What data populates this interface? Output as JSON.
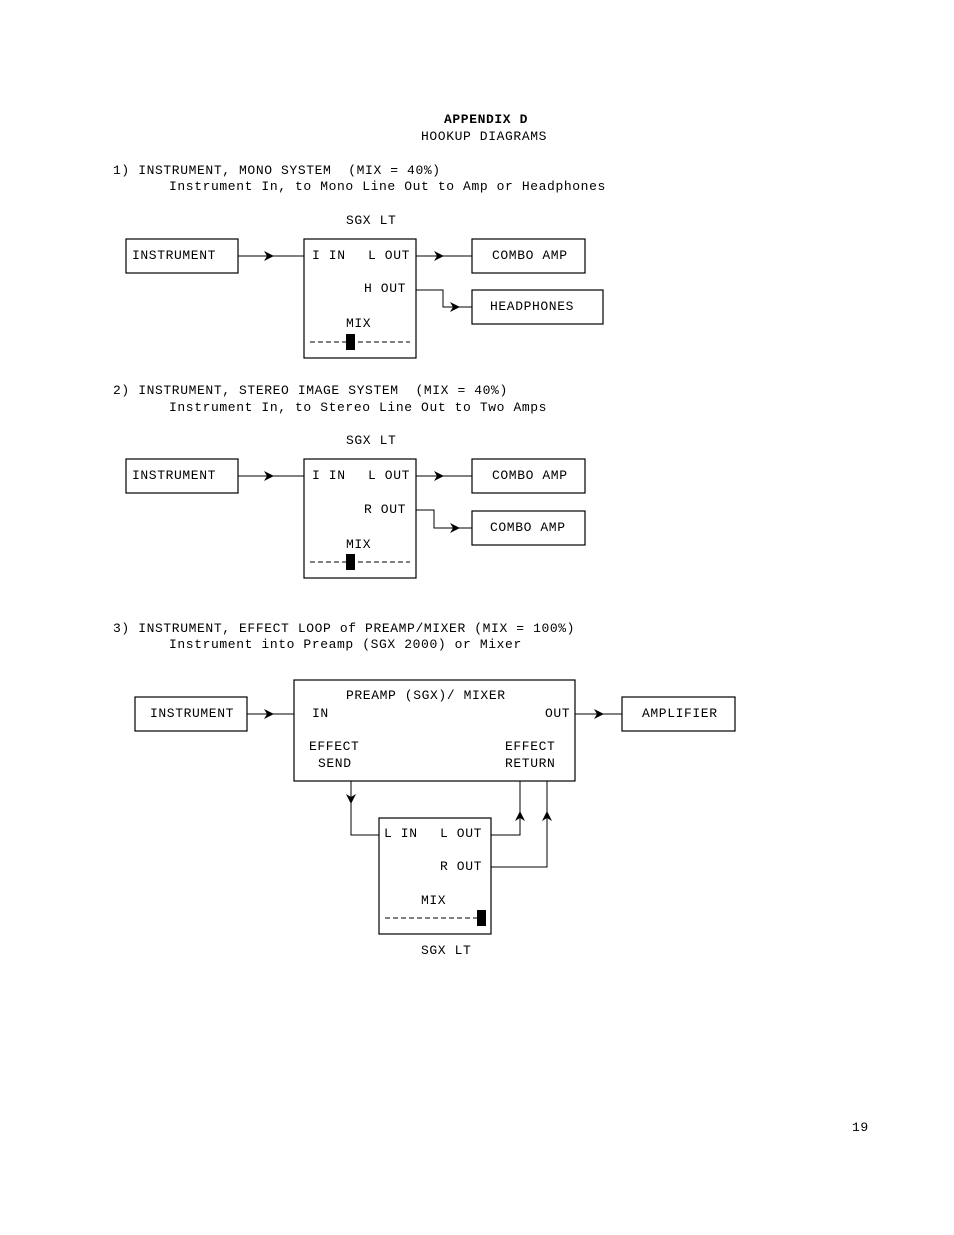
{
  "header": {
    "title": "APPENDIX D",
    "subtitle": "HOOKUP DIAGRAMS"
  },
  "sections": [
    {
      "heading": "1) INSTRUMENT, MONO SYSTEM  (MIX = 40%)",
      "description": "Instrument In, to Mono Line Out to Amp or Headphones",
      "unit_label": "SGX LT",
      "source": "INSTRUMENT",
      "input": "I IN",
      "out1": "L OUT",
      "out2": "H OUT",
      "mix": "MIX",
      "dest1": "COMBO AMP",
      "dest2": "HEADPHONES",
      "mix_level": 0.4
    },
    {
      "heading": "2) INSTRUMENT, STEREO IMAGE SYSTEM  (MIX = 40%)",
      "description": "Instrument In, to Stereo Line Out to Two Amps",
      "unit_label": "SGX LT",
      "source": "INSTRUMENT",
      "input": "I IN",
      "out1": "L OUT",
      "out2": "R OUT",
      "mix": "MIX",
      "dest1": "COMBO AMP",
      "dest2": "COMBO AMP",
      "mix_level": 0.4
    },
    {
      "heading": "3) INSTRUMENT, EFFECT LOOP of PREAMP/MIXER (MIX = 100%)",
      "description": "Instrument into Preamp (SGX 2000) or Mixer",
      "source": "INSTRUMENT",
      "preamp_title": "PREAMP (SGX)/ MIXER",
      "preamp_in": "IN",
      "preamp_out": "OUT",
      "effect_send": [
        "EFFECT",
        "SEND"
      ],
      "effect_return": [
        "EFFECT",
        "RETURN"
      ],
      "dest": "AMPLIFIER",
      "unit_in": "L IN",
      "unit_out1": "L OUT",
      "unit_out2": "R OUT",
      "mix": "MIX",
      "unit_label": "SGX LT",
      "mix_level": 1.0
    }
  ],
  "page_number": "19"
}
